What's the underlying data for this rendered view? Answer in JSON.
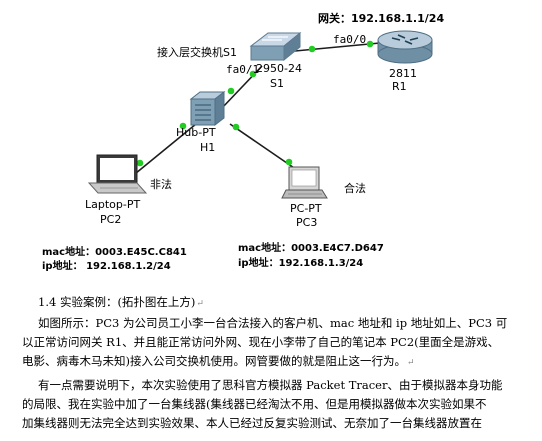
{
  "diagram": {
    "gateway_label": "网关：192.168.1.1/24",
    "port_fa00": "fa0/0",
    "access_switch_label": "接入层交换机S1",
    "port_fa01": "fa0/1",
    "switch_model": "2950-24",
    "switch_name": "S1",
    "router_model": "2811",
    "router_name": "R1",
    "hub_model": "Hub-PT",
    "hub_name": "H1",
    "illegal_label": "非法",
    "legal_label": "合法",
    "laptop_model": "Laptop-PT",
    "laptop_name": "PC2",
    "pc_model": "PC-PT",
    "pc_name": "PC3",
    "pc2_mac": "mac地址：0003.E45C.C841",
    "pc2_ip": "ip地址： 192.168.1.2/24",
    "pc3_mac": "mac地址：0003.E4C7.D647",
    "pc3_ip": "ip地址：192.168.1.3/24",
    "colors": {
      "link": "#1c1c1c",
      "port_dot": "#22cc22",
      "device": "#7f9fb5"
    }
  },
  "document": {
    "section_heading": "1.4 实验案例：(拓扑图在上方)",
    "paragraph1_lines": [
      "如图所示：PC3 为公司员工小李一台合法接入的客户机、mac 地址和 ip 地址如上、PC3 可",
      "以正常访问网关 R1、并且能正常访问外网、现在小李带了自己的笔记本 PC2(里面全是游戏、",
      "电影、病毒木马未知)接入公司交换机使用。网管要做的就是阻止这一行为。"
    ],
    "paragraph2_lines": [
      "有一点需要说明下，本次实验使用了思科官方模拟器 Packet Tracer、由于模拟器本身功能",
      "的局限、我在实验中加了一台集线器(集线器已经淘汰不用、但是用模拟器做本次实验如果不",
      "加集线器则无法完全达到实验效果、本人已经过反复实验测试、无奈加了一台集线器放置在"
    ],
    "return_mark": "↵"
  }
}
